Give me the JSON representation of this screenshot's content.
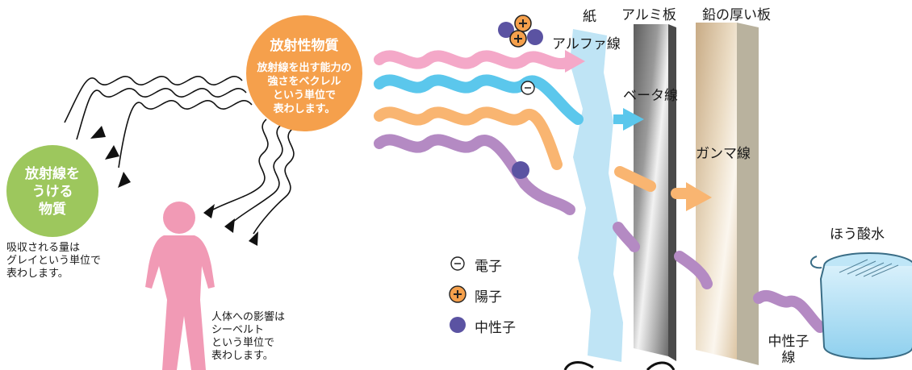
{
  "radioactive_material": {
    "title": "放射性物質",
    "desc": [
      "放射線を出す能力の",
      "強さをベクレル",
      "という単位で",
      "表わします。"
    ]
  },
  "receiving_material": {
    "title_lines": [
      "放射線を",
      "うける",
      "物質"
    ],
    "desc": [
      "吸収される量は",
      "グレイという単位で",
      "表わします。"
    ]
  },
  "human_effect": {
    "desc": [
      "人体への影響は",
      "シーベルト",
      "という単位で",
      "表わします。"
    ]
  },
  "shields": {
    "paper": "紙",
    "aluminum": "アルミ板",
    "lead": "鉛の厚い板",
    "boric_water": "ほう酸水"
  },
  "rays": {
    "alpha": "アルファ線",
    "beta": "ベータ線",
    "gamma": "ガンマ線",
    "neutron": [
      "中性子",
      "線"
    ]
  },
  "legend": {
    "electron": "電子",
    "proton": "陽子",
    "neutron": "中性子"
  },
  "colors": {
    "orange": "#f5a04c",
    "green": "#9dc75d",
    "pink": "#f19ab5",
    "alpha_wave": "#f4a8c8",
    "beta_wave": "#5bc7ec",
    "gamma_wave": "#f9b571",
    "neutron_wave": "#b48ac3",
    "neutron_dot": "#5b53a2",
    "paper": "#bfe4f5"
  }
}
